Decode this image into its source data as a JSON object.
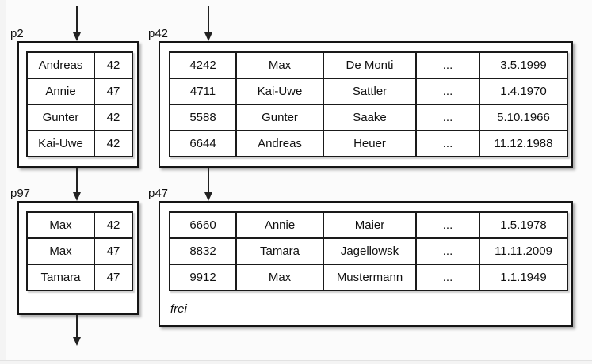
{
  "diagram": {
    "pages": [
      {
        "id": "p2",
        "label": "p2",
        "rows": [
          [
            "Andreas",
            "42"
          ],
          [
            "Annie",
            "47"
          ],
          [
            "Gunter",
            "42"
          ],
          [
            "Kai-Uwe",
            "42"
          ]
        ]
      },
      {
        "id": "p42",
        "label": "p42",
        "rows": [
          [
            "4242",
            "Max",
            "De Monti",
            "...",
            "3.5.1999"
          ],
          [
            "4711",
            "Kai-Uwe",
            "Sattler",
            "...",
            "1.4.1970"
          ],
          [
            "5588",
            "Gunter",
            "Saake",
            "...",
            "5.10.1966"
          ],
          [
            "6644",
            "Andreas",
            "Heuer",
            "...",
            "11.12.1988"
          ]
        ]
      },
      {
        "id": "p97",
        "label": "p97",
        "rows": [
          [
            "Max",
            "42"
          ],
          [
            "Max",
            "47"
          ],
          [
            "Tamara",
            "47"
          ]
        ]
      },
      {
        "id": "p47",
        "label": "p47",
        "rows": [
          [
            "6660",
            "Annie",
            "Maier",
            "...",
            "1.5.1978"
          ],
          [
            "8832",
            "Tamara",
            "Jagellowsk",
            "...",
            "11.11.2009"
          ],
          [
            "9912",
            "Max",
            "Mustermann",
            "...",
            "1.1.1949"
          ]
        ],
        "free_label": "frei"
      }
    ],
    "arrows": [
      {
        "name": "arrow-top-into-p2",
        "direction": "down"
      },
      {
        "name": "arrow-top-into-p42",
        "direction": "down"
      },
      {
        "name": "arrow-p2-to-p97",
        "direction": "down"
      },
      {
        "name": "arrow-p42-to-p47",
        "direction": "down"
      },
      {
        "name": "arrow-p97-out-bottom",
        "direction": "down"
      }
    ],
    "colors": {
      "background": "#fbfbfb",
      "box_fill": "#ffffff",
      "border": "#1a1a1a",
      "shadow": "rgba(0,0,0,0.3)",
      "bottom_line": "#e2e2e2"
    }
  }
}
